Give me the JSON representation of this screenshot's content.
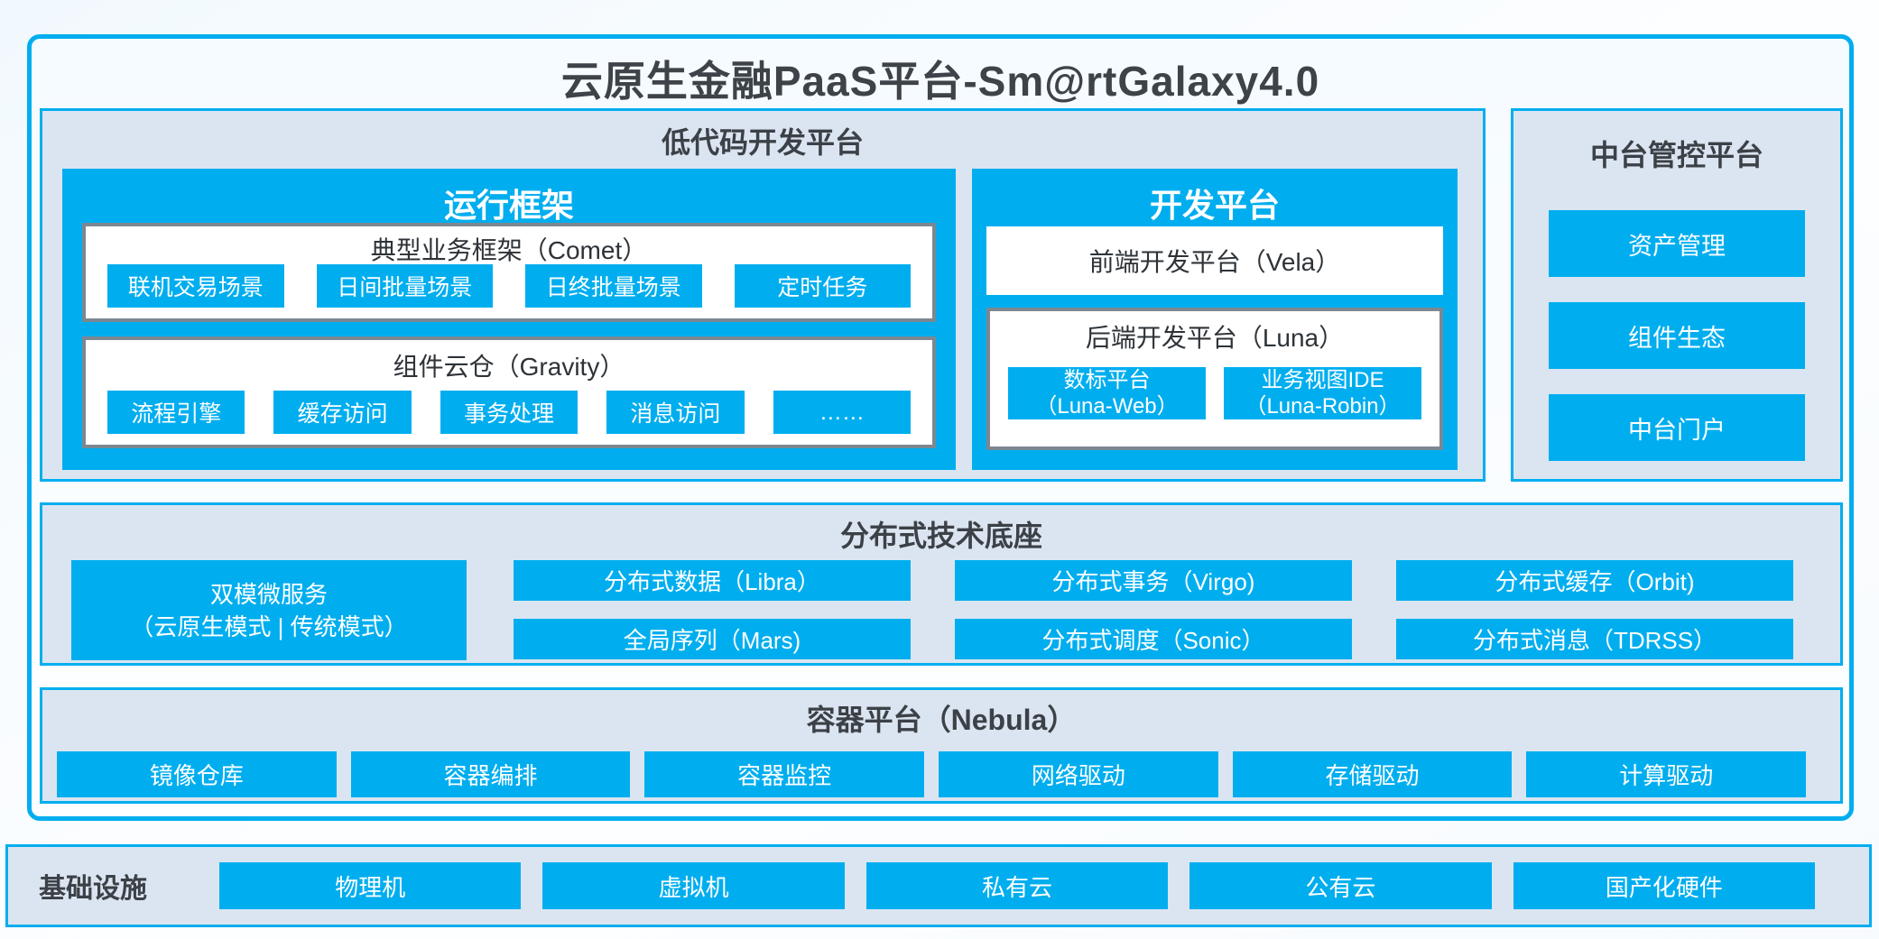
{
  "colors": {
    "accent_cyan": "#00AEEF",
    "panel_bg": "#DBE5F1",
    "gray_border": "#7C8791",
    "dark_text": "#3C4147"
  },
  "title": "云原生金融PaaS平台-Sm@rtGalaxy4.0",
  "lowcode": {
    "title": "低代码开发平台",
    "runtime": {
      "title": "运行框架",
      "comet": {
        "title": "典型业务框架（Comet）",
        "items": [
          "联机交易场景",
          "日间批量场景",
          "日终批量场景",
          "定时任务"
        ]
      },
      "gravity": {
        "title": "组件云仓（Gravity）",
        "items": [
          "流程引擎",
          "缓存访问",
          "事务处理",
          "消息访问",
          "……"
        ]
      }
    },
    "dev": {
      "title": "开发平台",
      "vela": "前端开发平台（Vela）",
      "luna": {
        "title": "后端开发平台（Luna）",
        "items": [
          {
            "line1": "数标平台",
            "line2": "（Luna-Web）"
          },
          {
            "line1": "业务视图IDE",
            "line2": "（Luna-Robin）"
          }
        ]
      }
    }
  },
  "midoffice": {
    "title": "中台管控平台",
    "items": [
      "资产管理",
      "组件生态",
      "中台门户"
    ]
  },
  "distributed": {
    "title": "分布式技术底座",
    "dual": {
      "line1": "双模微服务",
      "line2": "（云原生模式 | 传统模式）"
    },
    "grid": [
      "分布式数据（Libra）",
      "分布式事务（Virgo)",
      "分布式缓存（Orbit)",
      "全局序列（Mars)",
      "分布式调度（Sonic）",
      "分布式消息（TDRSS）"
    ]
  },
  "container": {
    "title": "容器平台（Nebula）",
    "items": [
      "镜像仓库",
      "容器编排",
      "容器监控",
      "网络驱动",
      "存储驱动",
      "计算驱动"
    ]
  },
  "infra": {
    "label": "基础设施",
    "items": [
      "物理机",
      "虚拟机",
      "私有云",
      "公有云",
      "国产化硬件"
    ]
  }
}
